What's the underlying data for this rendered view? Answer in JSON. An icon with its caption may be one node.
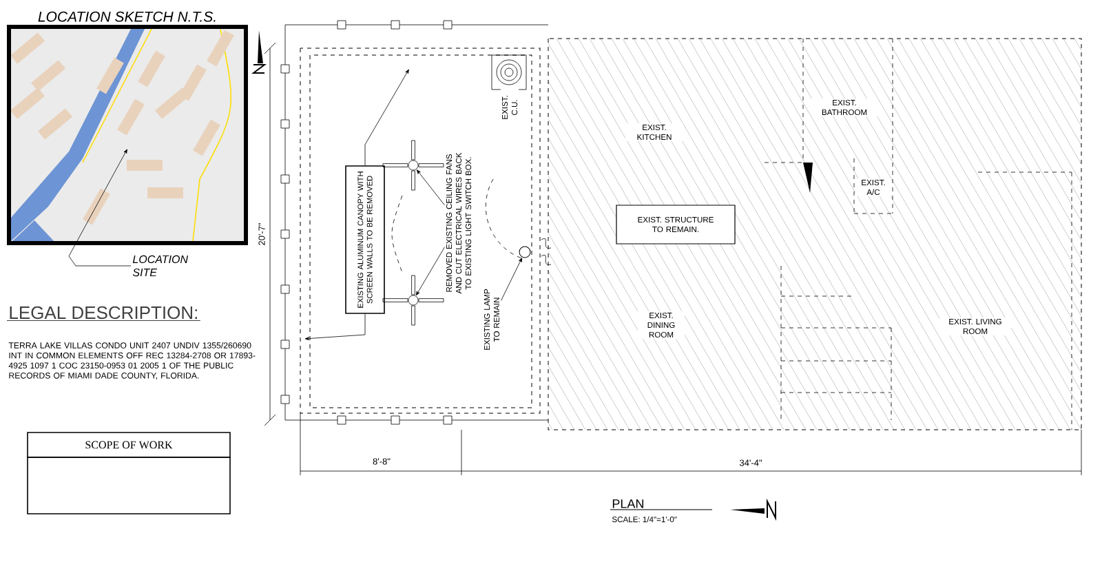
{
  "diagram": {
    "title": "PLAN",
    "nodes": [
      {
        "text": [],
        "shape": "picture",
        "beside": [
          "LOCATION SKETCH N.T.S."
        ]
      },
      {
        "text": [
          "LOCATION SITE"
        ]
      },
      {
        "text": [
          "SCOPE OF WORK"
        ]
      },
      {
        "text": [
          "EXISTING ALUMINUM CANOPY WITH SCREEN WALLS TO BE REMOVED"
        ]
      },
      {
        "text": [],
        "shape": "fan"
      },
      {
        "text": [],
        "shape": "fan"
      },
      {
        "text": [
          "REMOVED EXISTING CEILING FANS AND CUT ELECTRICAL WIRES BACK TO EXISTING LIGHT SWITCH BOX."
        ]
      },
      {
        "text": [],
        "shape": "circle"
      },
      {
        "text": [
          "EXISTING LAMP TO REMAIN"
        ]
      },
      {
        "text": [
          "EXIST. STRUCTURE TO REMAIN."
        ]
      }
    ],
    "edges": [
      {
        "from": 1,
        "to": 0,
        "arrow": "to"
      },
      {
        "from": 3,
        "to": null,
        "arrow": "to"
      },
      {
        "from": 3,
        "to": null,
        "arrow": "to"
      },
      {
        "from": 6,
        "to": 4,
        "arrow": "to"
      },
      {
        "from": 6,
        "to": 5,
        "arrow": "to"
      },
      {
        "from": 8,
        "to": 7,
        "arrow": "to"
      }
    ],
    "labels": [
      "LEGAL DESCRIPTION:",
      "TERRA LAKE VILLAS CONDO UNIT 2407 UNDIV 1355/260690 INT IN COMMON ELEMENTS OFF REC 13284-2708 OR 17893-4925 1097 1 COC 23150-0953 01 2005 1 OF THE PUBLIC RECORDS OF MIAMI DADE COUNTY, FLORIDA.",
      "20'-7\"",
      "EXIST. C.U.",
      "EXIST. KITCHEN",
      "EXIST. BATHROOM",
      "EXIST. A/C",
      "EXIST. DINING ROOM",
      "EXIST. LIVING ROOM",
      "8'-8\"",
      "34'-4\"",
      "SCALE: 1/4\"=1'-0\""
    ]
  }
}
